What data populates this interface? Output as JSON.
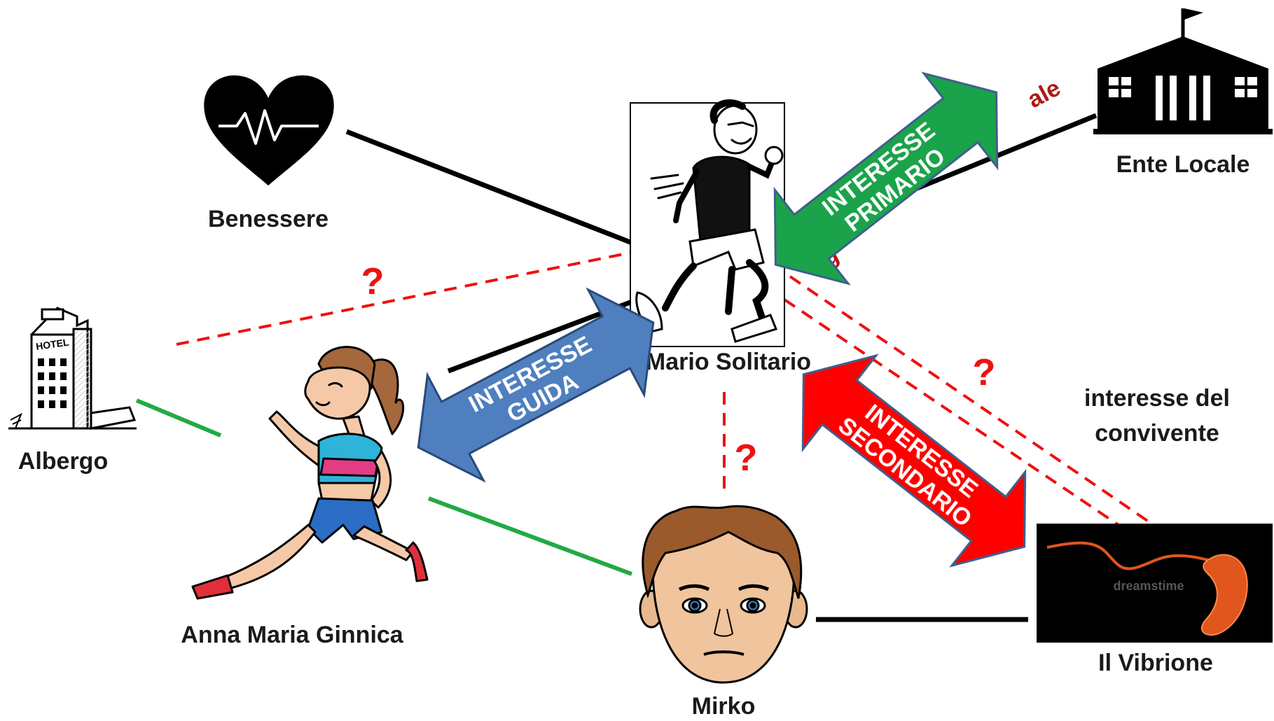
{
  "nodes": {
    "benessere": "Benessere",
    "ente_locale": "Ente Locale",
    "mario": "Mario Solitario",
    "albergo": "Albergo",
    "anna": "Anna Maria Ginnica",
    "mirko": "Mirko",
    "vibrione": "Il Vibrione",
    "convivente_line1": "interesse del",
    "convivente_line2": "convivente"
  },
  "arrows": {
    "primario_line1": "INTERESSE",
    "primario_line2": "PRIMARIO",
    "guida_line1": "INTERESSE",
    "guida_line2": "GUIDA",
    "secondario_line1": "INTERESSE",
    "secondario_line2": "SECONDARIO"
  },
  "partial_text": {
    "left": "ag",
    "right": "ale"
  },
  "question_mark": "?",
  "colors": {
    "primario": "#1aa34a",
    "guida": "#4f7fbf",
    "secondario": "#ff0000",
    "dashed": "#ee1111",
    "green_line": "#22aa44",
    "black_line": "#000000"
  },
  "icons": {
    "benessere": "heart-pulse-icon",
    "ente_locale": "town-hall-icon",
    "albergo": "hotel-building-icon",
    "mario": "runner-man-illustration",
    "anna": "runner-woman-illustration",
    "mirko": "boy-face-illustration",
    "vibrione": "bacterium-image"
  },
  "watermark": "dreamstime"
}
